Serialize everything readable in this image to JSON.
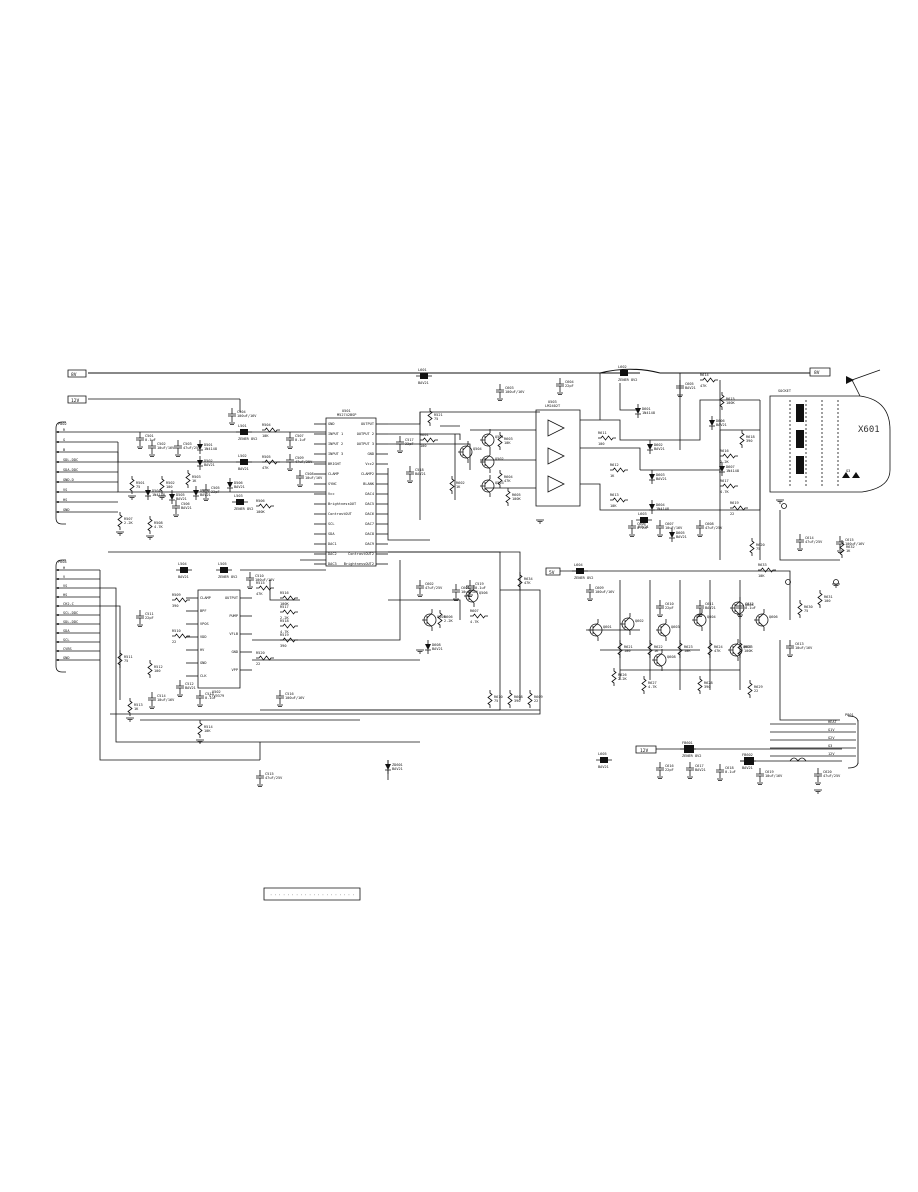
{
  "rails": {
    "r8v_left": "8V",
    "r12v_left": "12V",
    "r8v_right": "8V",
    "r12v_bottom": "12V",
    "r5v": "5V"
  },
  "connectors": {
    "left_top": {
      "ref": "P802",
      "pins": [
        "R",
        "G",
        "B",
        "SDL-DDC",
        "SDA-DDC",
        "GND-D",
        "VS",
        "HS",
        "GND"
      ]
    },
    "left_bottom": {
      "ref": "P604",
      "pins": [
        "H",
        "V",
        "VS",
        "HS",
        "CH2-C",
        "SCL-DDC",
        "SDL-DDC",
        "SDA",
        "SCL",
        "CVBS",
        "GND"
      ]
    },
    "right_bottom": {
      "ref": "P801",
      "pins": [
        "HEAT",
        "G1V",
        "G2V",
        "G3",
        "12V"
      ]
    },
    "crt_socket": {
      "ref": "SOCKET",
      "label": "X601"
    }
  },
  "ics": {
    "u501": {
      "ref": "U501",
      "part": "M52742BSP",
      "left_pins": [
        "GND",
        "INPUT 1",
        "INPUT 2",
        "INPUT 3",
        "BRIGHT",
        "CLAMP",
        "SYNC",
        "Vcc",
        "BrightnessOUT",
        "ContrastOUT",
        "SCL",
        "SDA",
        "DAC1",
        "DAC2",
        "DAC3"
      ],
      "right_pins": [
        "OUTPUT",
        "OUTPUT 2",
        "OUTPUT 3",
        "GND",
        "Vcc2",
        "CLAMP2",
        "BLANK",
        "DAC4",
        "DAC5",
        "DAC6",
        "DAC7",
        "DAC8",
        "DAC9",
        "ContrastOUT2",
        "BrightnessOUT2"
      ]
    },
    "u502": {
      "ref": "U502",
      "part": "STV9379",
      "left_pins": [
        "CLAMP",
        "BPF",
        "VPOS",
        "VDD",
        "HV",
        "GND",
        "CLK"
      ],
      "right_pins": [
        "OUTPUT",
        "PUMP",
        "VFLB",
        "GND",
        "VPP"
      ]
    },
    "u503": {
      "ref": "U503",
      "part": "LM2402T"
    }
  },
  "transistors": [
    "Q501",
    "Q502",
    "Q503",
    "Q504",
    "Q505",
    "Q506",
    "Q601",
    "Q602",
    "Q603",
    "Q604",
    "Q605",
    "Q606",
    "Q607",
    "Q608"
  ],
  "resistors": [
    "R501",
    "R502",
    "R503",
    "R504",
    "R505",
    "R506",
    "R507",
    "R508",
    "R509",
    "R510",
    "R511",
    "R512",
    "R513",
    "R514",
    "R515",
    "R516",
    "R517",
    "R518",
    "R519",
    "R520",
    "R521",
    "R601",
    "R602",
    "R603",
    "R604",
    "R605",
    "R606",
    "R607",
    "R608",
    "R609",
    "R610",
    "R611",
    "R612",
    "R613",
    "R614",
    "R615",
    "R616",
    "R617",
    "R618",
    "R619",
    "R620",
    "R621",
    "R622",
    "R623",
    "R624",
    "R625",
    "R626",
    "R627",
    "R628",
    "R629",
    "R630",
    "R631",
    "R632",
    "R633",
    "R634"
  ],
  "capacitors": [
    "C501",
    "C502",
    "C503",
    "C504",
    "C505",
    "C506",
    "C507",
    "C508",
    "C509",
    "C510",
    "C511",
    "C512",
    "C513",
    "C514",
    "C515",
    "C516",
    "C517",
    "C518",
    "C519",
    "C601",
    "C602",
    "C603",
    "C604",
    "C605",
    "C606",
    "C607",
    "C608",
    "C609",
    "C610",
    "C611",
    "C612",
    "C613",
    "C614",
    "C615",
    "C616",
    "C617",
    "C618",
    "C619",
    "C620"
  ],
  "diodes": [
    "D501",
    "D502",
    "D503",
    "D504",
    "D505",
    "D506",
    "D601",
    "D602",
    "D603",
    "D604",
    "D605",
    "D606",
    "D607",
    "D608",
    "ZD601"
  ],
  "inductors": [
    "L501",
    "L502",
    "L503",
    "L504",
    "L505",
    "L601",
    "L602",
    "L603",
    "L604",
    "L605",
    "FB601",
    "FB602"
  ],
  "values": [
    "75",
    "100",
    "1K",
    "10K",
    "47K",
    "100K",
    "2.2K",
    "4.7K",
    "390",
    "22",
    "1N4148",
    "0.1uF",
    "10uF/16V",
    "47uF/25V",
    "100uF/16V",
    "22pF",
    "BAV21",
    "ZENER 8V2"
  ],
  "scratch_box": "· · · · · · · · · · · · · · · · · · · ·"
}
